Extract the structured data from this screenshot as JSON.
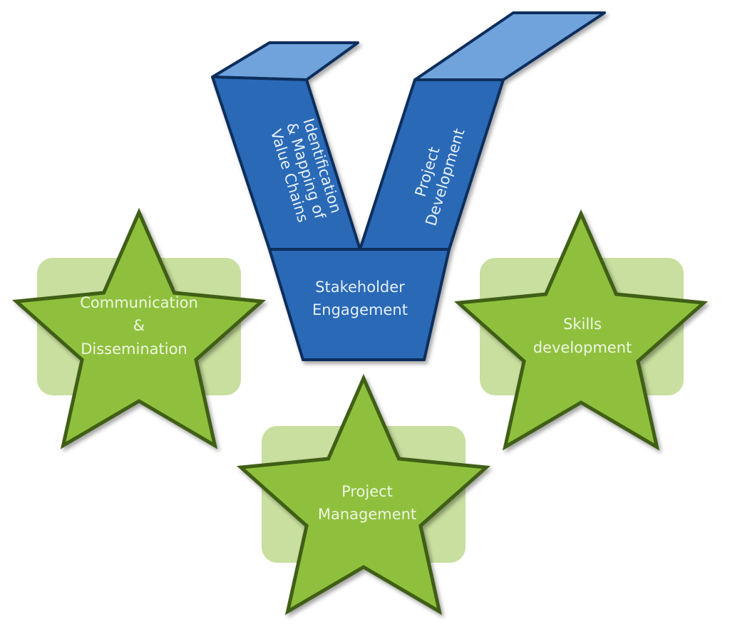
{
  "colors": {
    "v_face": "#2b69b6",
    "v_top": "#6fa3dc",
    "v_stroke": "#0f2e5c",
    "star_fill": "#8fc03c",
    "star_stroke": "#3f5f14",
    "star_backdrop": "#c8df9f"
  },
  "v_shape": {
    "left_arm": [
      "Identification",
      "& Mapping of",
      "Value Chains"
    ],
    "right_arm": [
      "Project",
      "Development"
    ],
    "bottom": [
      "Stakeholder",
      "Engagement"
    ]
  },
  "stars": {
    "left": [
      "Communication",
      "&",
      "Dissemination"
    ],
    "right": [
      "Skills",
      "development"
    ],
    "bottom": [
      "Project",
      "Management"
    ]
  }
}
